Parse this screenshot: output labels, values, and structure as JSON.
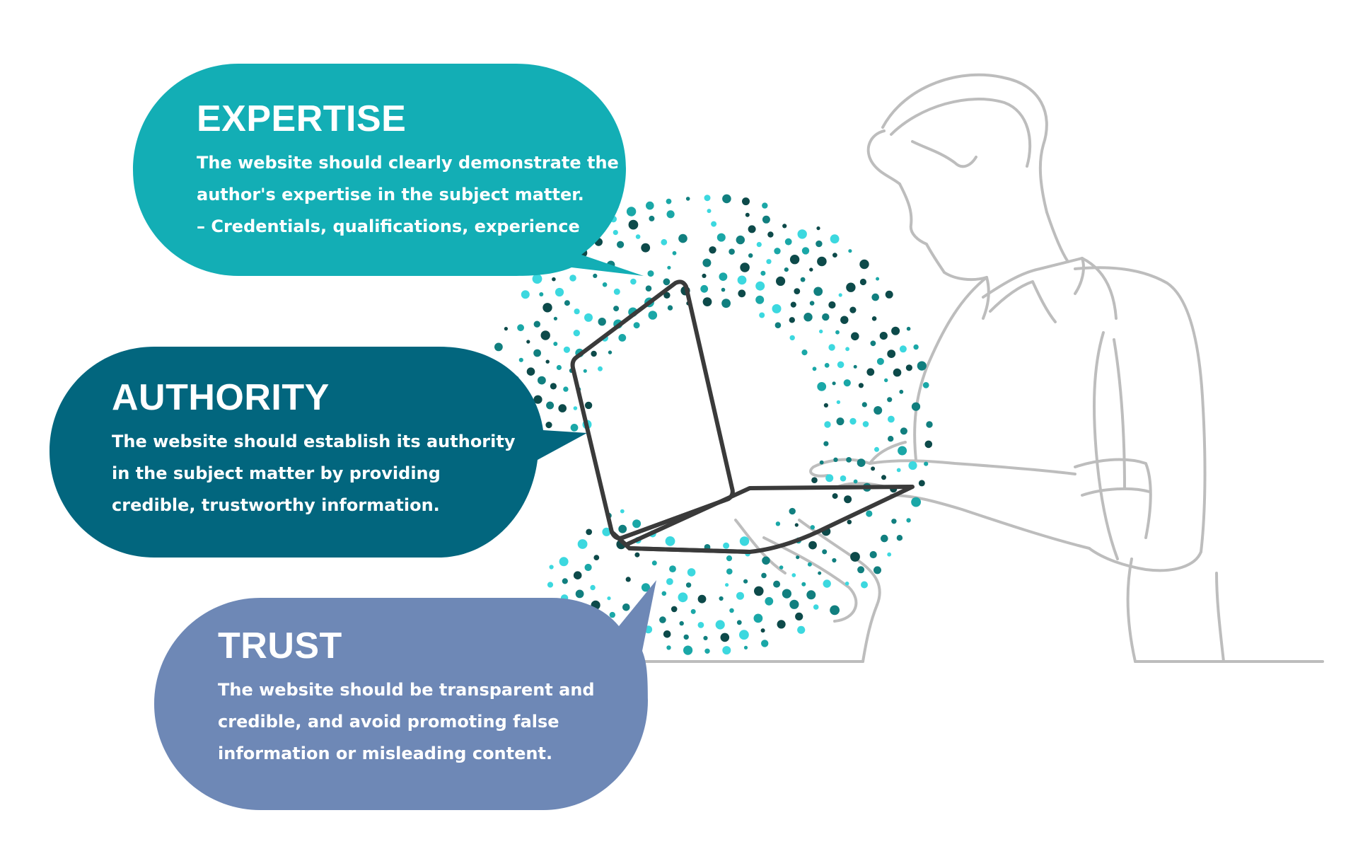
{
  "colors": {
    "expertise_bubble": "#13aeb5",
    "authority_bubble": "#02667e",
    "trust_bubble": "#6e88b6",
    "line_art": "#bdbdbd",
    "laptop": "#3a3a3a",
    "dots": [
      "#3cd8df",
      "#1aa7a7",
      "#117f7f",
      "#0d4a4a"
    ]
  },
  "bubbles": {
    "expertise": {
      "title": "EXPERTISE",
      "lines": [
        "The website should clearly demonstrate the",
        "author's expertise in the subject matter.",
        "– Credentials, qualifications, experience"
      ]
    },
    "authority": {
      "title": "AUTHORITY",
      "lines": [
        "The website should establish its authority",
        "in the subject matter by providing",
        "credible, trustworthy information."
      ]
    },
    "trust": {
      "title": "TRUST",
      "lines": [
        "The website should be transparent and",
        "credible, and avoid promoting false",
        "information or misleading content."
      ]
    }
  },
  "illustration": {
    "figure_icon": "person-line-art-icon",
    "device_icon": "laptop-icon",
    "decoration_icon": "dot-swirl-icon"
  }
}
